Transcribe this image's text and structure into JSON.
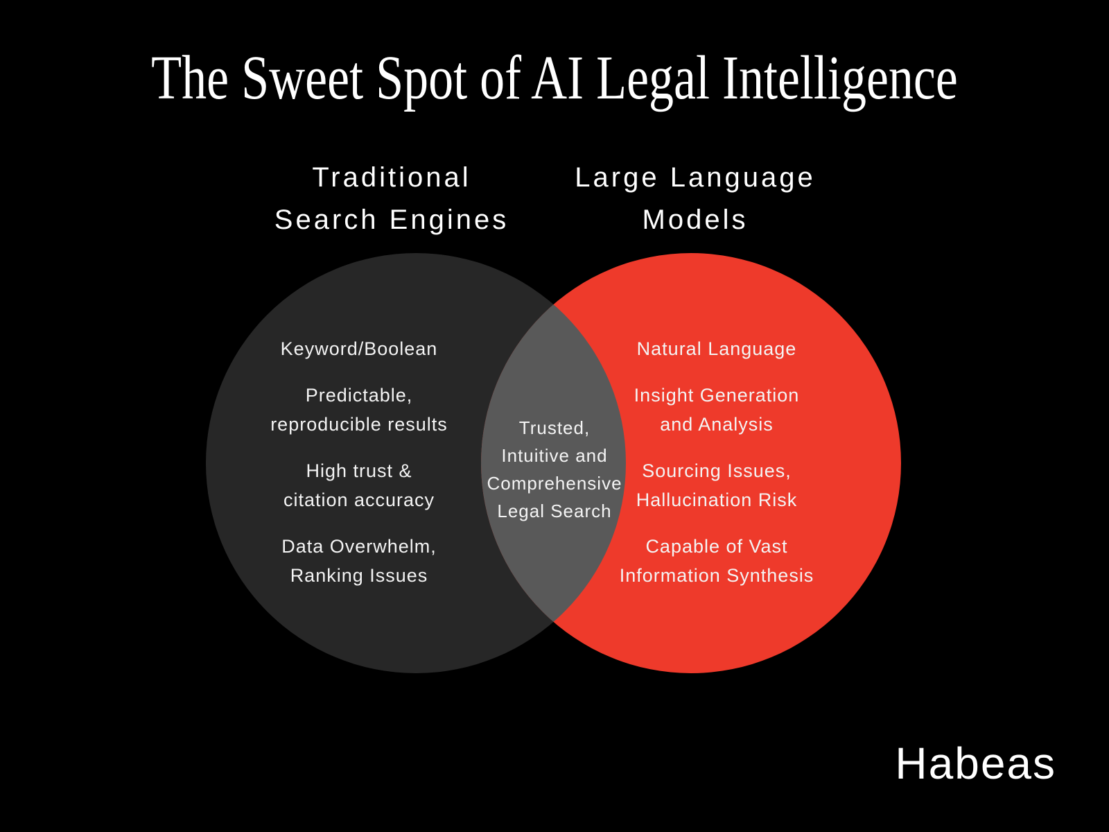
{
  "title": "The Sweet Spot of AI Legal Intelligence",
  "brand": "Habeas",
  "colors": {
    "bg": "#000000",
    "text": "#ffffff",
    "circle-left": "#272727",
    "circle-right": "#ee3a2b",
    "circle-overlap": "#595959"
  },
  "venn": {
    "left": {
      "heading": "Traditional\nSearch Engines",
      "items": [
        "Keyword/Boolean",
        "Predictable,\nreproducible results",
        "High trust &\ncitation accuracy",
        "Data Overwhelm,\nRanking Issues"
      ]
    },
    "overlap": {
      "text": "Trusted,\nIntuitive and\nComprehensive\nLegal Search"
    },
    "right": {
      "heading": "Large Language\nModels",
      "items": [
        "Natural Language",
        "Insight Generation\nand Analysis",
        "Sourcing Issues,\nHallucination Risk",
        "Capable of Vast\nInformation Synthesis"
      ]
    }
  }
}
